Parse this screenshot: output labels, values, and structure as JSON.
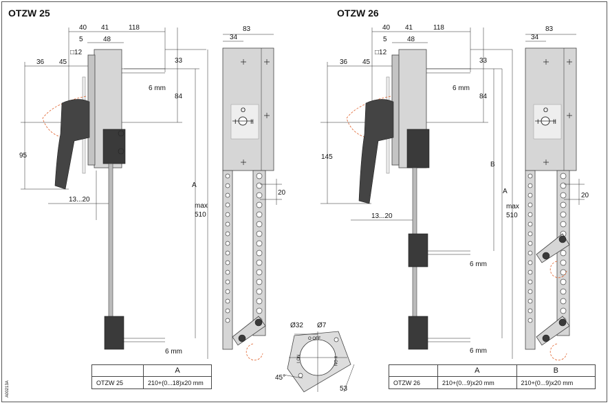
{
  "left": {
    "title": "OTZW 25",
    "dims": {
      "d40": "40",
      "d41": "41",
      "d118": "118",
      "d5": "5",
      "d48": "48",
      "d12": "□12",
      "d36": "36",
      "d45": "45",
      "d33": "33",
      "d6a": "6 mm",
      "d84": "84",
      "d95": "95",
      "d13_20": "13...20",
      "A": "A",
      "max": "max",
      "d510": "510",
      "d6b": "6 mm",
      "d83": "83",
      "d34": "34",
      "d20": "20"
    },
    "table": {
      "header": [
        "",
        "A"
      ],
      "rows": [
        [
          "OTZW 25",
          "210+(0...18)x20 mm"
        ]
      ]
    }
  },
  "right": {
    "title": "OTZW 26",
    "dims": {
      "d40": "40",
      "d41": "41",
      "d118": "118",
      "d5": "5",
      "d48": "48",
      "d12": "□12",
      "d36": "36",
      "d45": "45",
      "d33": "33",
      "d6a": "6 mm",
      "d84": "84",
      "d145": "145",
      "d13_20": "13...20",
      "B": "B",
      "A": "A",
      "max": "max",
      "d510": "510",
      "d6c": "6 mm",
      "d6b": "6 mm",
      "d83": "83",
      "d34": "34",
      "d20": "20"
    },
    "table": {
      "header": [
        "",
        "A",
        "B"
      ],
      "rows": [
        [
          "OTZW 26",
          "210+(0...9)x20 mm",
          "210+(0...9)x20 mm"
        ]
      ]
    }
  },
  "cutout": {
    "d32": "Ø32",
    "d7": "Ø7",
    "off": "O OFF",
    "ion": "I ON",
    "iion": "II ON",
    "d45deg": "45°",
    "d53": "53"
  },
  "switch_labels": {
    "o": "O",
    "i": "I",
    "ii": "II"
  },
  "doc_code": "A00213A"
}
